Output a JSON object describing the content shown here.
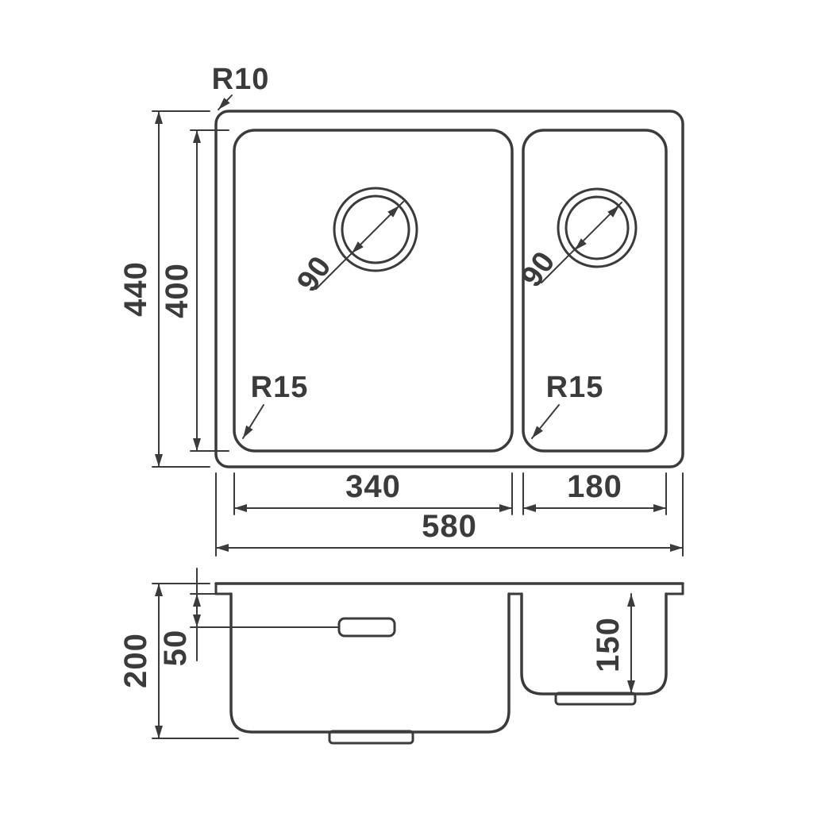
{
  "drawing": {
    "type": "kitchen-sink-dimension-diagram",
    "line_color": "#3b3b3b",
    "background_color": "#ffffff",
    "top_view": {
      "overall_width_label": "580",
      "overall_depth_label": "440",
      "bowl_inner_depth_label": "400",
      "left_bowl_width_label": "340",
      "right_bowl_width_label": "180",
      "outer_corner_radius_label": "R10",
      "left_bowl_corner_radius_label": "R15",
      "right_bowl_corner_radius_label": "R15",
      "left_drain_diameter_label": "90",
      "right_drain_diameter_label": "90"
    },
    "side_view": {
      "overall_height_label": "200",
      "overflow_offset_label": "50",
      "right_bowl_depth_label": "150"
    }
  }
}
